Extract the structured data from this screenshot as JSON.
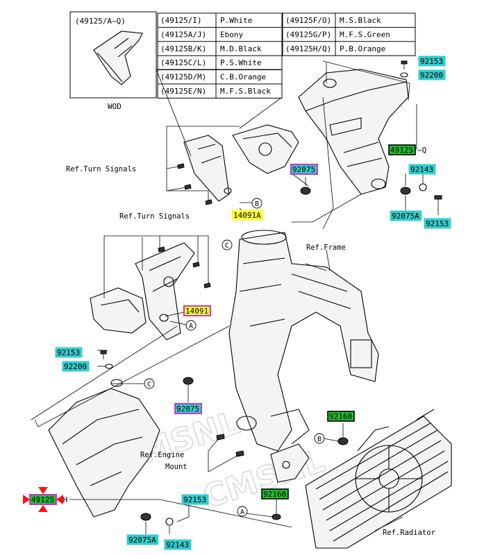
{
  "legend": {
    "wod_code": "(49125/A~Q)",
    "wod_caption": "WOD",
    "col1": [
      {
        "code": "(49125/I)",
        "color": "P.White"
      },
      {
        "code": "(49125A/J)",
        "color": "Ebony"
      },
      {
        "code": "(49125B/K)",
        "color": "M.D.Black"
      },
      {
        "code": "(49125C/L)",
        "color": "P.S.White"
      },
      {
        "code": "(49125D/M)",
        "color": "C.B.Orange"
      },
      {
        "code": "(49125E/N)",
        "color": "M.F.S.Black"
      }
    ],
    "col2": [
      {
        "code": "(49125F/O)",
        "color": "M.S.Black"
      },
      {
        "code": "(49125G/P)",
        "color": "M.F.S.Green"
      },
      {
        "code": "(49125H/Q)",
        "color": "P.B.Orange"
      }
    ]
  },
  "refs": {
    "turn_signals": "Ref.Turn Signals",
    "turn_signals_l": "Ref.Turn Signals",
    "frame": "Ref.Frame",
    "engine_mount_1": "Ref.Engine",
    "engine_mount_2": "Mount",
    "radiator": "Ref.Radiator"
  },
  "tags": [
    {
      "id": "t92153a",
      "text": "92153",
      "style": "cyan"
    },
    {
      "id": "t92200a",
      "text": "92200",
      "style": "cyan"
    },
    {
      "id": "t49125q",
      "text": "49125",
      "suffix": "~Q",
      "style": "green"
    },
    {
      "id": "t92075a",
      "text": "92075",
      "style": "magenta"
    },
    {
      "id": "t92143a",
      "text": "92143",
      "style": "cyan"
    },
    {
      "id": "t92075A1",
      "text": "92075A",
      "style": "cyan"
    },
    {
      "id": "t92153b",
      "text": "92153",
      "style": "cyan"
    },
    {
      "id": "t14091A",
      "text": "14091A",
      "style": "yellow"
    },
    {
      "id": "t14091",
      "text": "14091",
      "style": "magenta-yellow"
    },
    {
      "id": "t92153c",
      "text": "92153",
      "style": "cyan"
    },
    {
      "id": "t92200b",
      "text": "92200",
      "style": "cyan"
    },
    {
      "id": "t92075b",
      "text": "92075",
      "style": "magenta"
    },
    {
      "id": "t92160a",
      "text": "92160",
      "style": "green"
    },
    {
      "id": "t92160b",
      "text": "92160",
      "style": "green"
    },
    {
      "id": "t49125h",
      "text": "49125",
      "suffix": "~H",
      "style": "selected"
    },
    {
      "id": "t92153d",
      "text": "92153",
      "style": "cyan"
    },
    {
      "id": "t92075A2",
      "text": "92075A",
      "style": "cyan"
    },
    {
      "id": "t92143b",
      "text": "92143",
      "style": "cyan"
    }
  ],
  "callouts": {
    "A": "A",
    "B": "B",
    "C": "C"
  },
  "colors": {
    "cyan": "#33cccc",
    "green": "#22bb33",
    "magenta": "#cc33cc",
    "yellow": "#ffff33",
    "selected_marker": "#ff1111"
  }
}
